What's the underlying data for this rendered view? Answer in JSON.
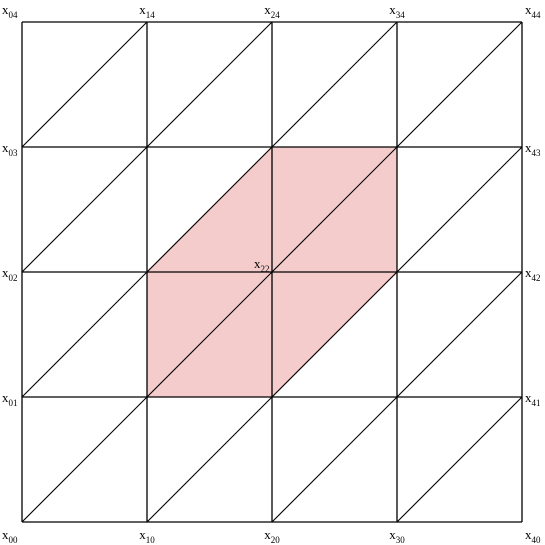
{
  "diagram": {
    "grid": {
      "n": 4
    },
    "diagonals": "lower-left to upper-right in every cell",
    "highlight": {
      "fill": "#f5cccc",
      "stroke": "#c96a6a",
      "vertices": [
        [
          1,
          1
        ],
        [
          2,
          1
        ],
        [
          3,
          2
        ],
        [
          3,
          3
        ],
        [
          2,
          3
        ],
        [
          1,
          2
        ]
      ]
    },
    "labels": [
      {
        "id": "x00",
        "base": "x",
        "sub": "00",
        "i": 0,
        "j": 0
      },
      {
        "id": "x10",
        "base": "x",
        "sub": "10",
        "i": 1,
        "j": 0
      },
      {
        "id": "x20",
        "base": "x",
        "sub": "20",
        "i": 2,
        "j": 0
      },
      {
        "id": "x30",
        "base": "x",
        "sub": "30",
        "i": 3,
        "j": 0
      },
      {
        "id": "x40",
        "base": "x",
        "sub": "40",
        "i": 4,
        "j": 0
      },
      {
        "id": "x01",
        "base": "x",
        "sub": "01",
        "i": 0,
        "j": 1
      },
      {
        "id": "x02",
        "base": "x",
        "sub": "02",
        "i": 0,
        "j": 2
      },
      {
        "id": "x03",
        "base": "x",
        "sub": "03",
        "i": 0,
        "j": 3
      },
      {
        "id": "x04",
        "base": "x",
        "sub": "04",
        "i": 0,
        "j": 4
      },
      {
        "id": "x14",
        "base": "x",
        "sub": "14",
        "i": 1,
        "j": 4
      },
      {
        "id": "x24",
        "base": "x",
        "sub": "24",
        "i": 2,
        "j": 4
      },
      {
        "id": "x34",
        "base": "x",
        "sub": "34",
        "i": 3,
        "j": 4
      },
      {
        "id": "x44",
        "base": "x",
        "sub": "44",
        "i": 4,
        "j": 4
      },
      {
        "id": "x41",
        "base": "x",
        "sub": "41",
        "i": 4,
        "j": 1
      },
      {
        "id": "x42",
        "base": "x",
        "sub": "42",
        "i": 4,
        "j": 2
      },
      {
        "id": "x43",
        "base": "x",
        "sub": "43",
        "i": 4,
        "j": 3
      },
      {
        "id": "x22",
        "base": "x",
        "sub": "22",
        "i": 2,
        "j": 2
      }
    ]
  }
}
